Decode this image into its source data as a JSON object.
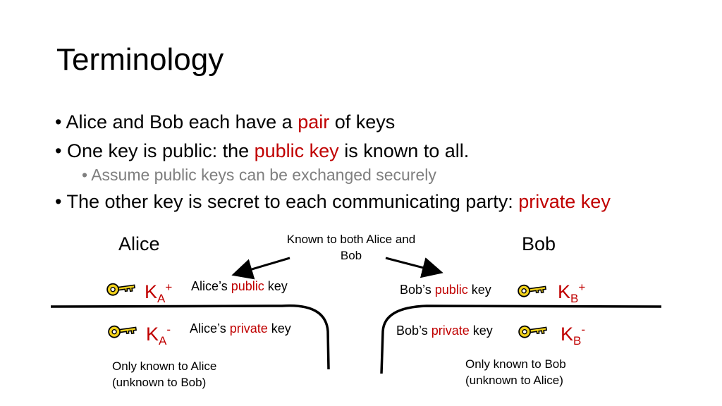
{
  "title": "Terminology",
  "bullets": [
    {
      "marker": "•",
      "pre": "Alice and Bob each have a ",
      "highlight": "pair",
      "post": " of keys"
    },
    {
      "marker": "•",
      "pre": "One key is public: the ",
      "highlight": "public key",
      "post": " is known to all."
    },
    {
      "marker": "•",
      "text": "Assume public keys can be exchanged securely"
    },
    {
      "marker": "•",
      "pre": "The other key is secret to each communicating party: ",
      "highlight": "private key"
    }
  ],
  "diagram": {
    "alice_heading": "Alice",
    "bob_heading": "Bob",
    "known_note": "Known to both Alice and Bob",
    "alice_public": {
      "key": "K",
      "sub": "A",
      "sup": "+",
      "label_pre": "Alice’s ",
      "label_highlight": "public",
      "label_post": " key"
    },
    "alice_private": {
      "key": "K",
      "sub": "A",
      "sup": "-",
      "label_pre": "Alice’s ",
      "label_highlight": "private",
      "label_post": " key"
    },
    "bob_public": {
      "key": "K",
      "sub": "B",
      "sup": "+",
      "label_pre": "Bob’s ",
      "label_highlight": "public",
      "label_post": " key"
    },
    "bob_private": {
      "key": "K",
      "sub": "B",
      "sup": "-",
      "label_pre": "Bob’s ",
      "label_highlight": "private",
      "label_post": " key"
    },
    "alice_note_line1": "Only known to Alice",
    "alice_note_line2": "(unknown to Bob)",
    "bob_note_line1": "Only known to Bob",
    "bob_note_line2": "(unknown to Alice)",
    "icons": [
      "key-icon"
    ]
  },
  "colors": {
    "highlight": "#c00000",
    "subtext": "#7f7f7f",
    "key_fill": "#f2d21b"
  }
}
